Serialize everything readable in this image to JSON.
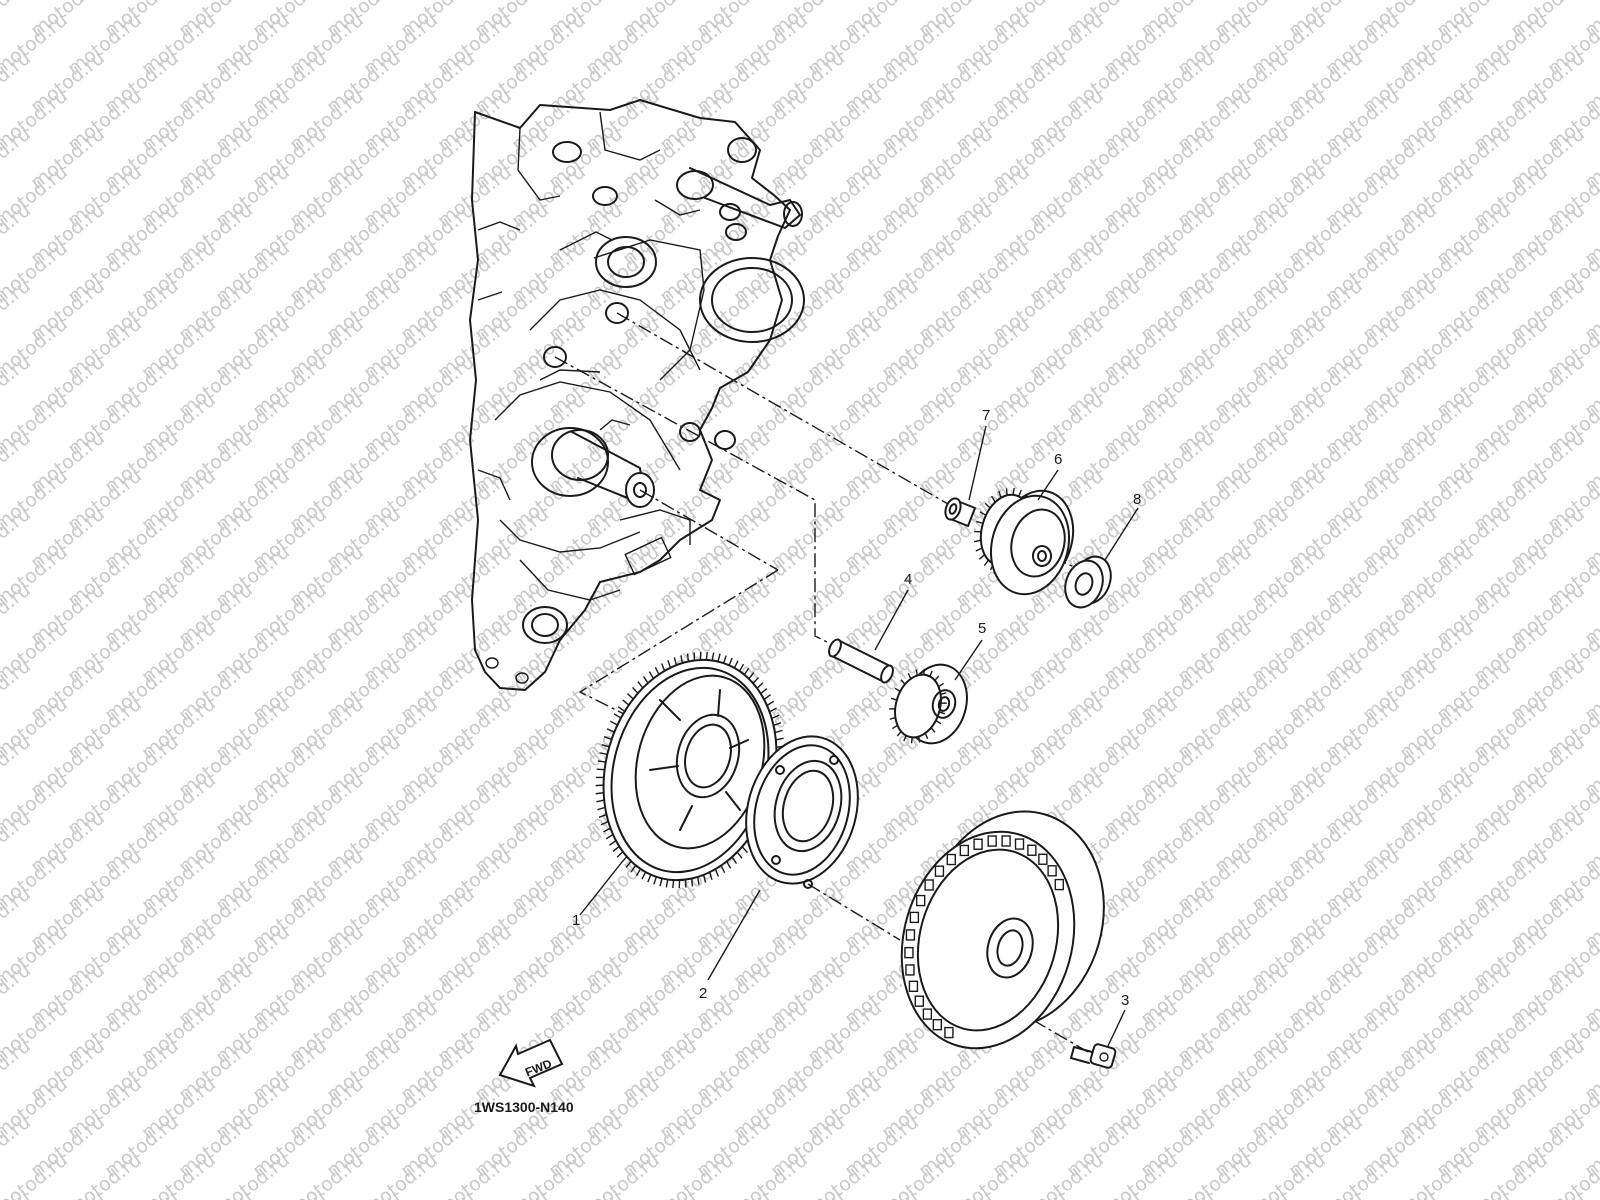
{
  "watermark": {
    "text": "motod.ru"
  },
  "diagram_code": "1WS1300-N140",
  "fwd_arrow": {
    "label": "FWD"
  },
  "callouts": [
    "1",
    "2",
    "3",
    "4",
    "5",
    "6",
    "7",
    "8"
  ]
}
